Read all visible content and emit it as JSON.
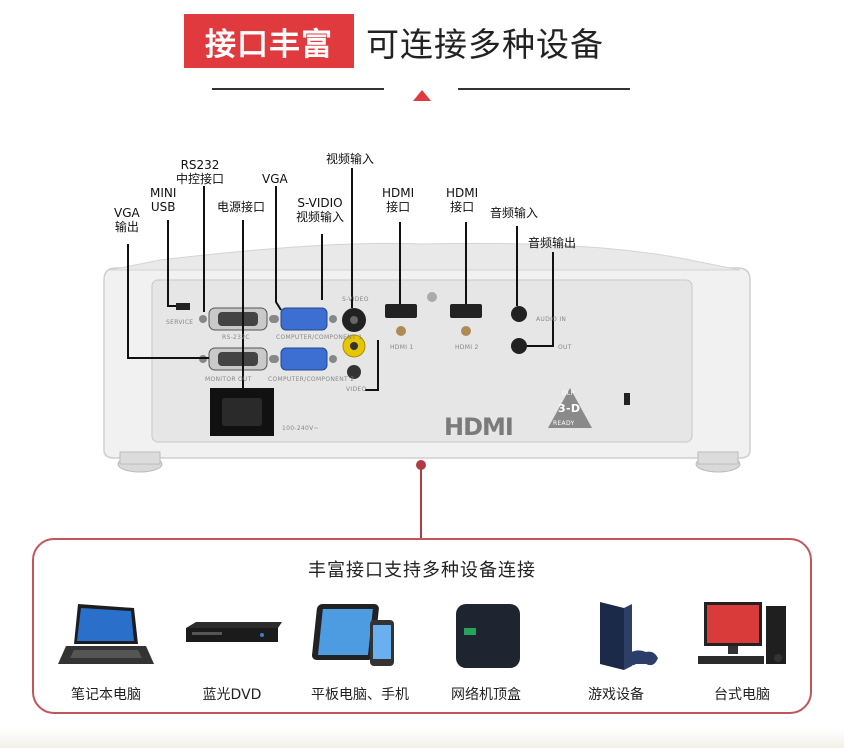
{
  "header": {
    "badge": "接口丰富",
    "title": "可连接多种设备"
  },
  "ports": {
    "rs232": [
      "RS232",
      "中控接口"
    ],
    "mini_usb": [
      "MINI",
      "USB"
    ],
    "vga_out": [
      "VGA",
      "输出"
    ],
    "power": "电源接口",
    "vga_in": "VGA",
    "svideo": [
      "S-VIDIO",
      "视频输入"
    ],
    "video_in": "视频输入",
    "hdmi1": [
      "HDMI",
      "接口"
    ],
    "hdmi2": [
      "HDMI",
      "接口"
    ],
    "audio_in": "音频输入",
    "audio_out": "音频输出"
  },
  "panel_print": {
    "service": "SERVICE",
    "rs232c": "RS-232C",
    "monitor_out": "MONITOR OUT",
    "computer1": "COMPUTER/COMPONENT 1",
    "computer2": "COMPUTER/COMPONENT 2",
    "svideo": "S-VIDEO",
    "video": "VIDEO",
    "hdmi1": "HDMI 1",
    "hdmi2": "HDMI 2",
    "audio_in": "AUDIO IN",
    "audio_out": "OUT",
    "voltage": "100-240V~",
    "hdmi_logo": "HDMI",
    "badge_dlp": "DLP",
    "badge_3d": "3-D",
    "badge_ready": "READY"
  },
  "card": {
    "title": "丰富接口支持多种设备连接",
    "devices": [
      {
        "label": "笔记本电脑",
        "icon": "laptop-icon"
      },
      {
        "label": "蓝光DVD",
        "icon": "bluray-player-icon"
      },
      {
        "label": "平板电脑、手机",
        "icon": "tablet-phone-icon"
      },
      {
        "label": "网络机顶盒",
        "icon": "set-top-box-icon"
      },
      {
        "label": "游戏设备",
        "icon": "game-console-icon"
      },
      {
        "label": "台式电脑",
        "icon": "desktop-computer-icon"
      }
    ]
  },
  "colors": {
    "accent": "#e03a3e",
    "card_border": "#c2545c"
  }
}
